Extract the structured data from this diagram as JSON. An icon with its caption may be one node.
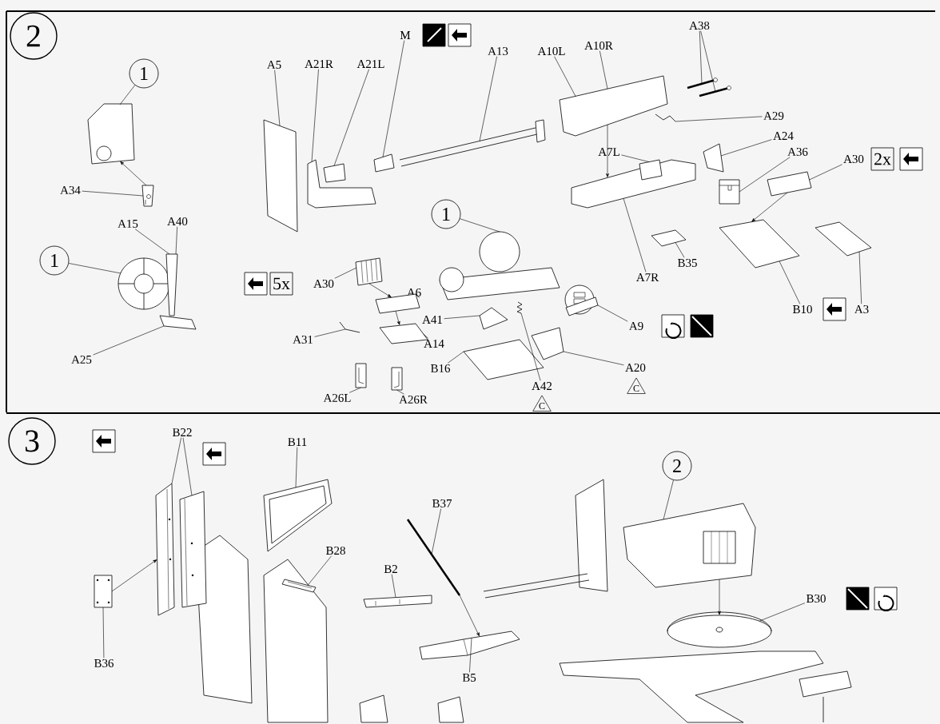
{
  "diagram": {
    "nodes": [
      {
        "text": [
          "2"
        ]
      },
      {
        "text": [
          "1"
        ]
      },
      {
        "text": [
          "A34"
        ]
      },
      {
        "text": [
          "A15"
        ]
      },
      {
        "text": [
          "A40"
        ]
      },
      {
        "text": [
          "1"
        ]
      },
      {
        "text": [
          "A25"
        ]
      },
      {
        "text": [
          "M"
        ]
      },
      {
        "text": [
          "A5"
        ]
      },
      {
        "text": [
          "A21R"
        ]
      },
      {
        "text": [
          "A21L"
        ]
      },
      {
        "text": [
          "A13"
        ]
      },
      {
        "text": [
          "A10L"
        ]
      },
      {
        "text": [
          "A10R"
        ]
      },
      {
        "text": [
          "A38"
        ]
      },
      {
        "text": [
          "A29"
        ]
      },
      {
        "text": [
          "A24"
        ]
      },
      {
        "text": [
          "A7L"
        ]
      },
      {
        "text": [
          "A36"
        ]
      },
      {
        "text": [
          "A30"
        ]
      },
      {
        "text": [
          "2x"
        ]
      },
      {
        "text": [
          "1"
        ]
      },
      {
        "text": [
          "A30"
        ]
      },
      {
        "text": [
          "5x"
        ]
      },
      {
        "text": [
          "A6"
        ]
      },
      {
        "text": [
          "A31"
        ]
      },
      {
        "text": [
          "A14"
        ]
      },
      {
        "text": [
          "A41"
        ]
      },
      {
        "text": [
          "B16"
        ]
      },
      {
        "text": [
          "A26L"
        ]
      },
      {
        "text": [
          "A26R"
        ]
      },
      {
        "text": [
          "A42"
        ]
      },
      {
        "text": [
          "C"
        ]
      },
      {
        "text": [
          "A20"
        ]
      },
      {
        "text": [
          "C"
        ]
      },
      {
        "text": [
          "A9"
        ]
      },
      {
        "text": [
          "B35"
        ]
      },
      {
        "text": [
          "A7R"
        ]
      },
      {
        "text": [
          "B10"
        ]
      },
      {
        "text": [
          "A3"
        ]
      },
      {
        "text": [
          "3"
        ]
      },
      {
        "text": [
          "B22"
        ]
      },
      {
        "text": [
          "B11"
        ]
      },
      {
        "text": [
          "B28"
        ]
      },
      {
        "text": [
          "B37"
        ]
      },
      {
        "text": [
          "B2"
        ]
      },
      {
        "text": [
          "2"
        ]
      },
      {
        "text": [
          "B30"
        ]
      },
      {
        "text": [
          "B36"
        ]
      },
      {
        "text": [
          "B5"
        ]
      },
      {
        "text": [],
        "shape": "picture"
      },
      {
        "text": [],
        "shape": "picture"
      },
      {
        "text": [],
        "shape": "picture"
      },
      {
        "text": [],
        "shape": "picture"
      },
      {
        "text": [],
        "shape": "picture"
      },
      {
        "text": [],
        "shape": "picture"
      },
      {
        "text": [],
        "shape": "picture"
      },
      {
        "text": [],
        "shape": "picture"
      },
      {
        "text": [],
        "shape": "picture"
      },
      {
        "text": [],
        "shape": "picture"
      },
      {
        "text": [],
        "shape": "picture"
      },
      {
        "text": [],
        "shape": "picture"
      },
      {
        "text": [],
        "shape": "picture"
      },
      {
        "text": [],
        "shape": "picture"
      },
      {
        "text": [],
        "shape": "picture"
      },
      {
        "text": [],
        "shape": "picture"
      },
      {
        "text": [],
        "shape": "picture"
      },
      {
        "text": [],
        "shape": "picture"
      },
      {
        "text": [],
        "shape": "picture"
      },
      {
        "text": [],
        "shape": "picture"
      },
      {
        "text": [],
        "shape": "picture"
      },
      {
        "text": [],
        "shape": "picture"
      },
      {
        "text": [],
        "shape": "picture"
      },
      {
        "text": [],
        "shape": "picture"
      },
      {
        "text": [],
        "shape": "picture"
      },
      {
        "text": [],
        "shape": "picture"
      },
      {
        "text": [],
        "shape": "picture"
      },
      {
        "text": [],
        "shape": "picture"
      },
      {
        "text": [],
        "shape": "picture"
      },
      {
        "text": [],
        "shape": "picture"
      },
      {
        "text": [],
        "shape": "picture"
      },
      {
        "text": [],
        "shape": "picture"
      },
      {
        "text": [],
        "shape": "picture"
      },
      {
        "text": [],
        "shape": "picture"
      },
      {
        "text": [],
        "shape": "picture"
      },
      {
        "text": [],
        "shape": "picture"
      },
      {
        "text": [],
        "shape": "picture"
      },
      {
        "text": [],
        "shape": "picture"
      },
      {
        "text": [],
        "shape": "picture"
      },
      {
        "text": [],
        "shape": "picture"
      }
    ],
    "edges": [
      {
        "from": 1,
        "to": 50,
        "arrow": "none"
      },
      {
        "from": 2,
        "to": 51,
        "arrow": "none"
      },
      {
        "from": 3,
        "to": 52,
        "arrow": "none"
      },
      {
        "from": 4,
        "to": 52,
        "arrow": "none"
      },
      {
        "from": 5,
        "to": 52,
        "arrow": "none"
      },
      {
        "from": 6,
        "to": 52,
        "arrow": "none"
      },
      {
        "from": 7,
        "to": 53,
        "arrow": "none"
      },
      {
        "from": 8,
        "to": 54,
        "arrow": "none"
      },
      {
        "from": 9,
        "to": 55,
        "arrow": "none"
      },
      {
        "from": 10,
        "to": 55,
        "arrow": "none"
      },
      {
        "from": 11,
        "to": 56,
        "arrow": "none"
      },
      {
        "from": 12,
        "to": 57,
        "arrow": "none"
      },
      {
        "from": 13,
        "to": 57,
        "arrow": "none"
      },
      {
        "from": 14,
        "to": 58,
        "arrow": "none"
      },
      {
        "from": 14,
        "to": 59,
        "arrow": "none"
      },
      {
        "from": 15,
        "to": 60,
        "arrow": "none"
      },
      {
        "from": 16,
        "to": 61,
        "arrow": "none"
      },
      {
        "from": 17,
        "to": 62,
        "arrow": "none"
      },
      {
        "from": 18,
        "to": 63,
        "arrow": "none"
      },
      {
        "from": 19,
        "to": 64,
        "arrow": "none"
      },
      {
        "from": 21,
        "to": 65,
        "arrow": "none"
      },
      {
        "from": 22,
        "to": 66,
        "arrow": "none"
      },
      {
        "from": 24,
        "to": 67,
        "arrow": "none"
      },
      {
        "from": 25,
        "to": 68,
        "arrow": "none"
      },
      {
        "from": 26,
        "to": 69,
        "arrow": "none"
      },
      {
        "from": 27,
        "to": 70,
        "arrow": "none"
      },
      {
        "from": 28,
        "to": 71,
        "arrow": "none"
      },
      {
        "from": 29,
        "to": 72,
        "arrow": "none"
      },
      {
        "from": 30,
        "to": 73,
        "arrow": "none"
      },
      {
        "from": 31,
        "to": 74,
        "arrow": "none"
      },
      {
        "from": 33,
        "to": 75,
        "arrow": "none"
      },
      {
        "from": 35,
        "to": 76,
        "arrow": "none"
      },
      {
        "from": 36,
        "to": 77,
        "arrow": "none"
      },
      {
        "from": 37,
        "to": 62,
        "arrow": "none"
      },
      {
        "from": 38,
        "to": 78,
        "arrow": "none"
      },
      {
        "from": 39,
        "to": 79,
        "arrow": "none"
      },
      {
        "from": 41,
        "to": 80,
        "arrow": "none"
      },
      {
        "from": 41,
        "to": 81,
        "arrow": "none"
      },
      {
        "from": 42,
        "to": 82,
        "arrow": "none"
      },
      {
        "from": 43,
        "to": 83,
        "arrow": "none"
      },
      {
        "from": 44,
        "to": 84,
        "arrow": "none"
      },
      {
        "from": 45,
        "to": 85,
        "arrow": "none"
      },
      {
        "from": 46,
        "to": 86,
        "arrow": "none"
      },
      {
        "from": 47,
        "to": 87,
        "arrow": "none"
      },
      {
        "from": 48,
        "to": 88,
        "arrow": "none"
      },
      {
        "from": 49,
        "to": 89,
        "arrow": "none"
      },
      {
        "from": 51,
        "to": 50,
        "arrow": "to"
      },
      {
        "from": 66,
        "to": 67,
        "arrow": "to"
      },
      {
        "from": 67,
        "to": 69,
        "arrow": "to"
      },
      {
        "from": 57,
        "to": 62,
        "arrow": "to"
      },
      {
        "from": 64,
        "to": 78,
        "arrow": "to"
      },
      {
        "from": 88,
        "to": 80,
        "arrow": "to"
      },
      {
        "from": 84,
        "to": 89,
        "arrow": "to"
      },
      {
        "from": 86,
        "to": 87,
        "arrow": "to"
      }
    ]
  }
}
